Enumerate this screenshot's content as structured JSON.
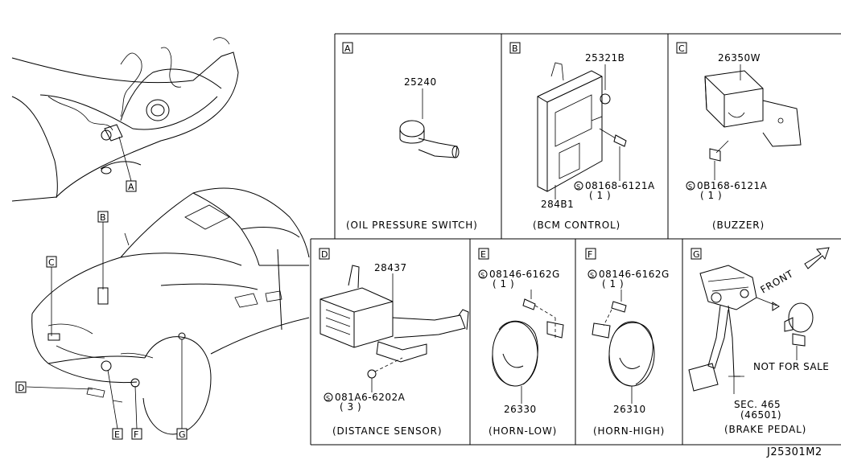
{
  "diagram_id": "J25301M2",
  "panels": {
    "A": {
      "letter": "A",
      "part": "25240",
      "caption": "(OIL PRESSURE SWITCH)"
    },
    "B": {
      "letter": "B",
      "part_top": "25321B",
      "part_bottom": "284B1",
      "bolt": "08168-6121A",
      "qty": "( 1 )",
      "caption": "(BCM CONTROL)"
    },
    "C": {
      "letter": "C",
      "part": "26350W",
      "bolt": "0B168-6121A",
      "qty": "( 1 )",
      "caption": "(BUZZER)"
    },
    "D": {
      "letter": "D",
      "part": "28437",
      "bolt": "081A6-6202A",
      "qty": "( 3 )",
      "caption": "(DISTANCE SENSOR)"
    },
    "E": {
      "letter": "E",
      "bolt": "08146-6162G",
      "qty": "( 1 )",
      "part": "26330",
      "caption": "(HORN-LOW)"
    },
    "F": {
      "letter": "F",
      "bolt": "08146-6162G",
      "qty": "( 1 )",
      "part": "26310",
      "caption": "(HORN-HIGH)"
    },
    "G": {
      "letter": "G",
      "front": "FRONT",
      "note": "NOT FOR SALE",
      "sec": "SEC. 465",
      "sec_ref": "(46501)",
      "caption": "(BRAKE PEDAL)"
    }
  },
  "overview_labels": [
    "A",
    "B",
    "C",
    "D",
    "E",
    "F",
    "G"
  ]
}
